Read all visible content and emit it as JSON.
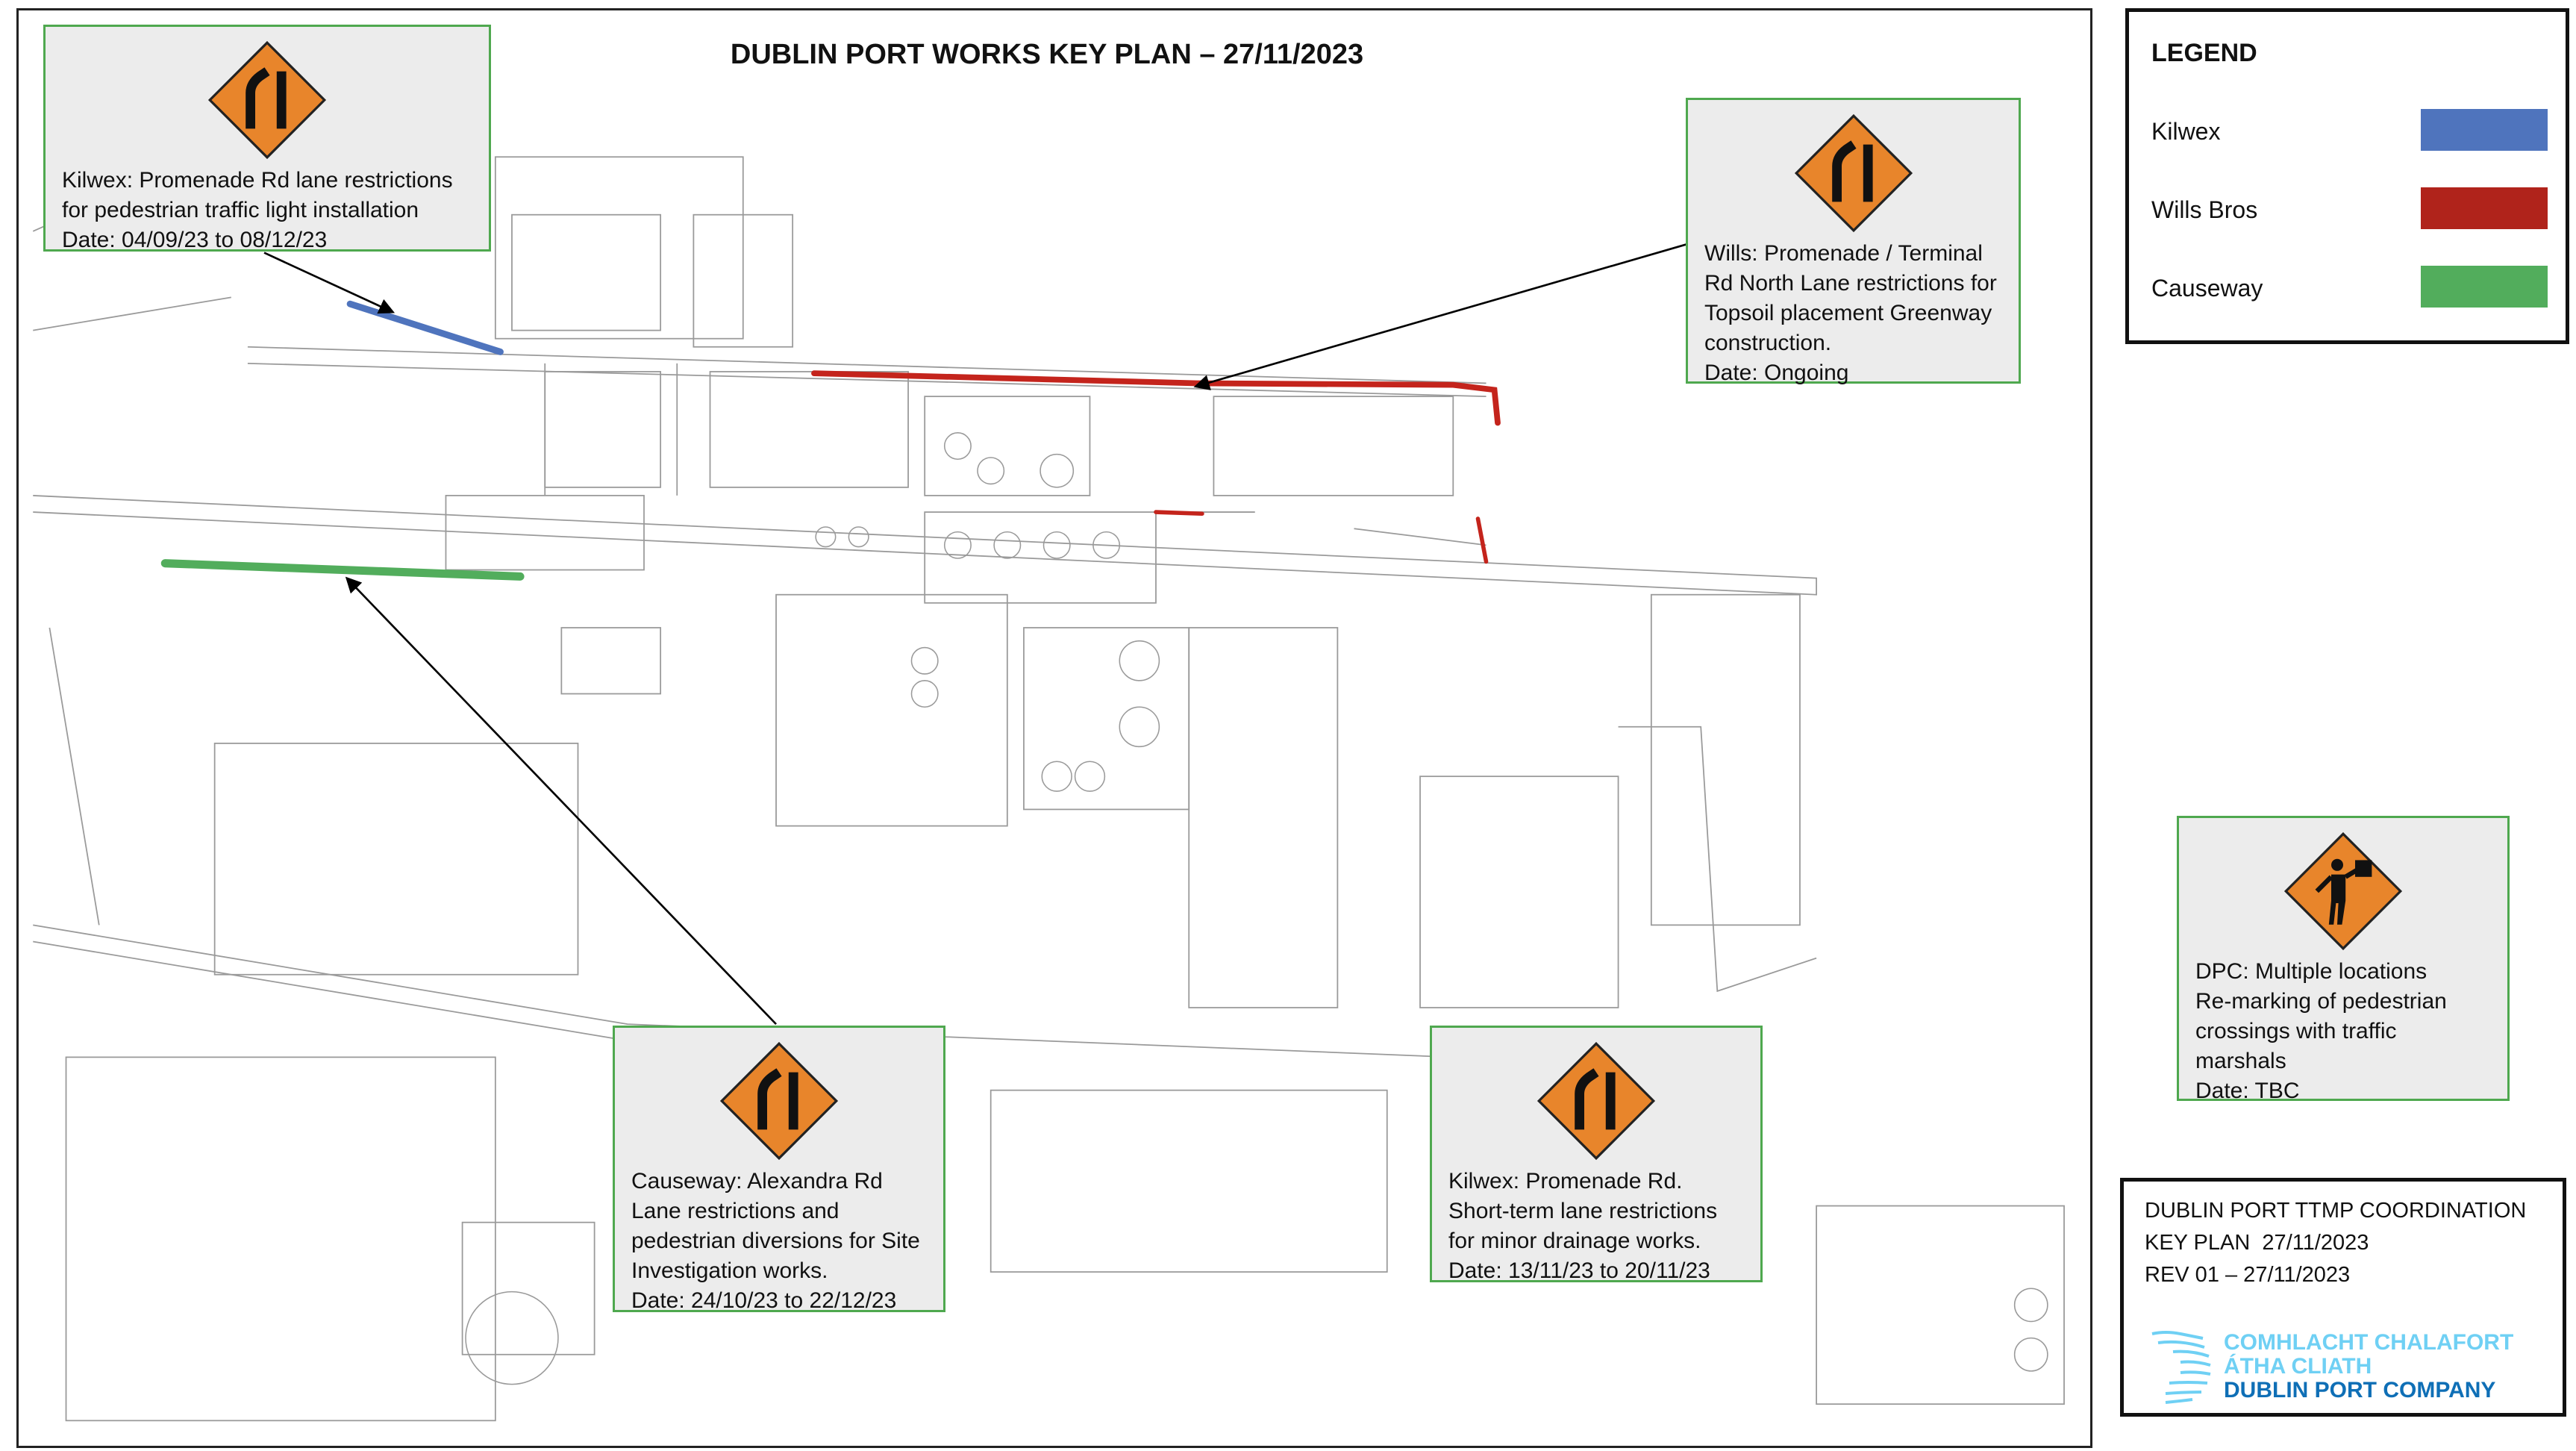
{
  "title": "DUBLIN PORT WORKS KEY PLAN – 27/11/2023",
  "legend": {
    "title": "LEGEND",
    "items": [
      {
        "label": "Kilwex",
        "color": "#4f74bd"
      },
      {
        "label": "Wills Bros",
        "color": "#b0231b"
      },
      {
        "label": "Causeway",
        "color": "#52ad5c"
      }
    ]
  },
  "callouts": [
    {
      "icon": "road-narrows-sign-icon",
      "lines": [
        "Kilwex: Promenade Rd lane restrictions",
        "for pedestrian traffic light installation",
        "Date: 04/09/23 to 08/12/23"
      ]
    },
    {
      "icon": "road-narrows-sign-icon",
      "lines": [
        "Wills: Promenade / Terminal",
        "Rd North Lane restrictions for",
        "Topsoil placement Greenway",
        "construction.",
        "Date: Ongoing"
      ]
    },
    {
      "icon": "road-narrows-sign-icon",
      "lines": [
        "Causeway: Alexandra Rd",
        "Lane restrictions and",
        "pedestrian diversions for Site",
        "Investigation works.",
        "Date: 24/10/23 to 22/12/23"
      ]
    },
    {
      "icon": "road-narrows-sign-icon",
      "lines": [
        "Kilwex: Promenade Rd.",
        "Short-term lane restrictions",
        "for minor drainage works.",
        "Date: 13/11/23 to 20/11/23"
      ]
    },
    {
      "icon": "traffic-marshal-sign-icon",
      "lines": [
        "DPC: Multiple locations",
        "Re-marking of pedestrian",
        "crossings with traffic",
        "marshals",
        "Date: TBC"
      ]
    }
  ],
  "coordination": {
    "line1": "DUBLIN PORT TTMP COORDINATION",
    "line2": "KEY PLAN  27/11/2023",
    "line3": "REV 01 – 27/11/2023"
  },
  "logo": {
    "line1": "COMHLACHT CHALAFORT",
    "line2": "ÁTHA CLIATH",
    "line3": "DUBLIN PORT COMPANY"
  }
}
